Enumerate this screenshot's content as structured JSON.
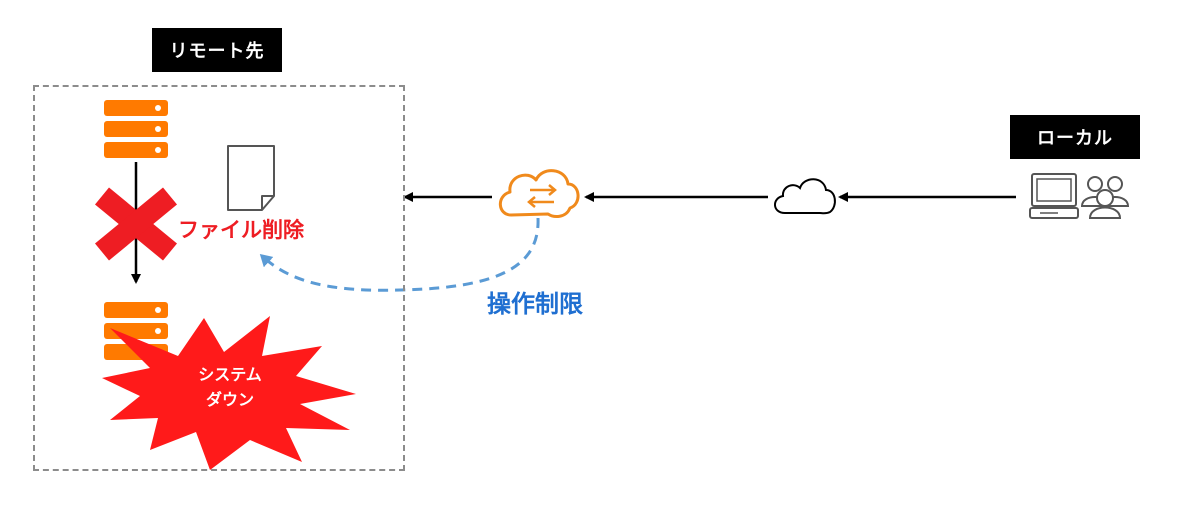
{
  "remote": {
    "label": "リモート先"
  },
  "local": {
    "label": "ローカル"
  },
  "file_action": {
    "label": "ファイル削除"
  },
  "restriction": {
    "label": "操作制限"
  },
  "system_down": {
    "line1": "システム",
    "line2": "ダウン"
  },
  "colors": {
    "server": "#ff7a00",
    "danger": "#ee1d23",
    "restriction_text": "#1f6fd1",
    "restriction_arrow": "#5b9bd5",
    "gateway": "#f08a1c",
    "icon_gray": "#555555",
    "frame_border": "#8c8c8c"
  },
  "icons": [
    "server-icon",
    "document-icon",
    "cross-mark-icon",
    "starburst-icon",
    "gateway-cloud-icon",
    "cloud-icon",
    "computer-icon",
    "users-icon"
  ]
}
